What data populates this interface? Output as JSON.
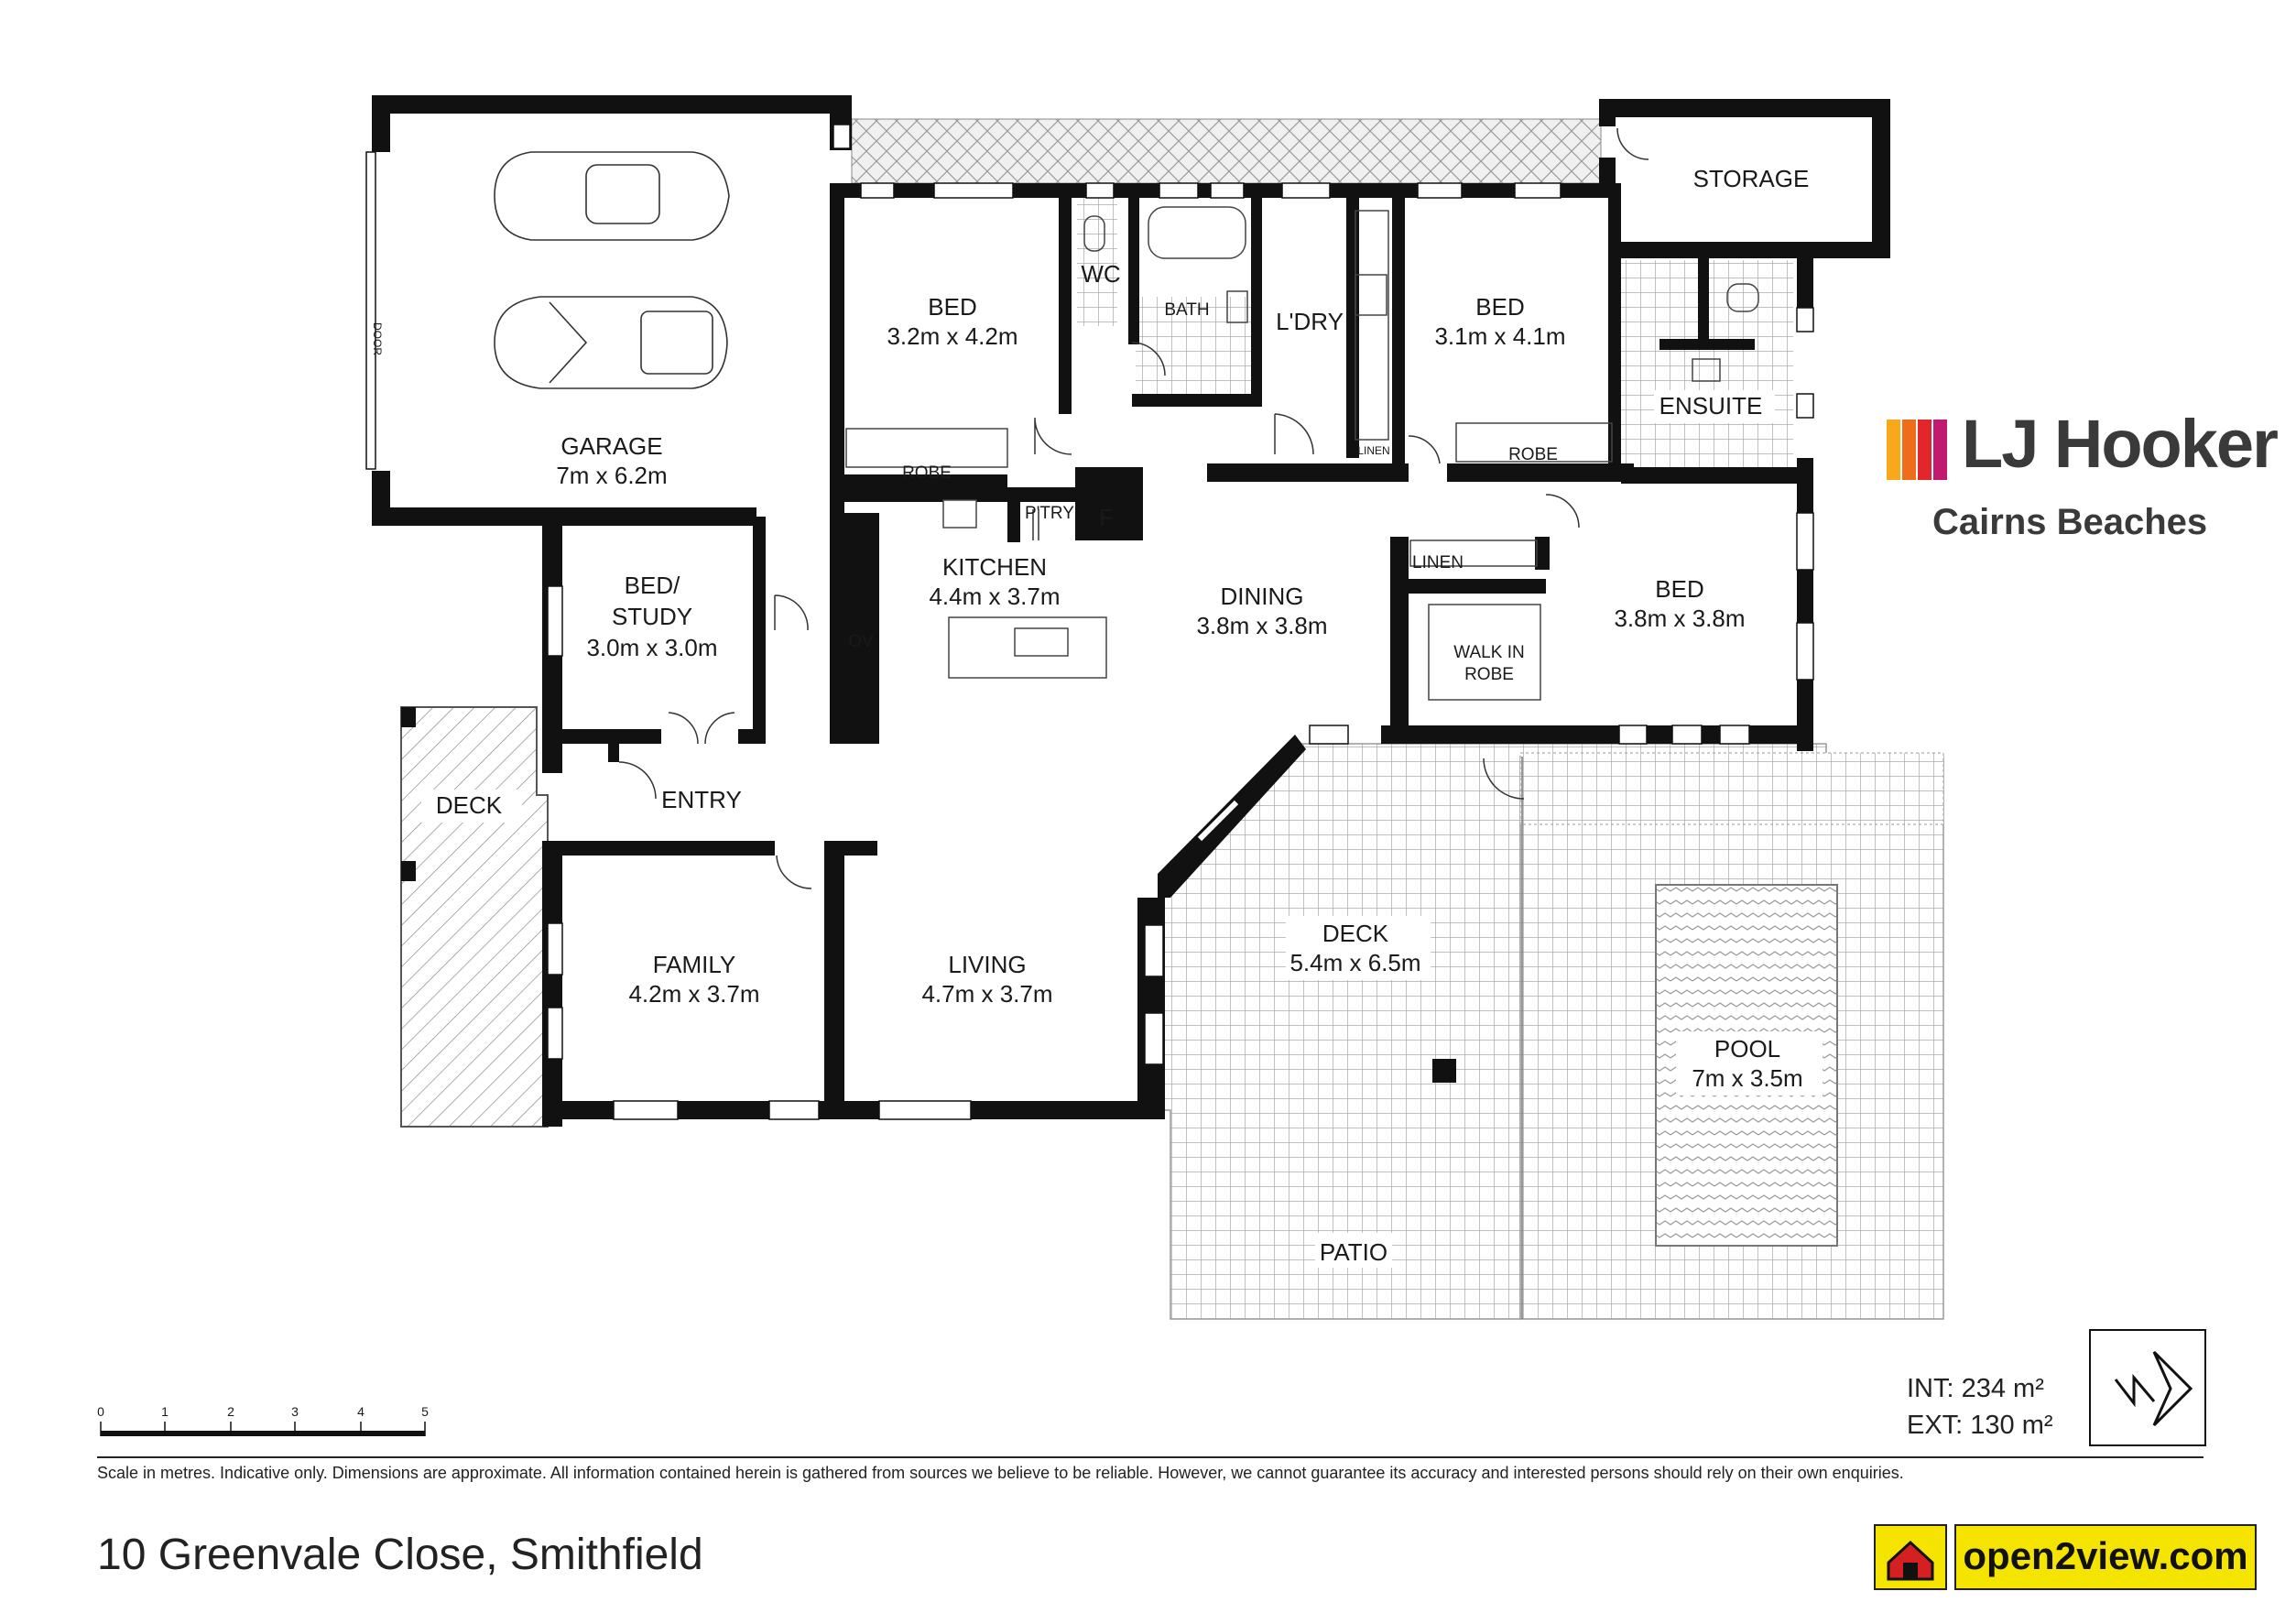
{
  "rooms": {
    "garage": {
      "name": "GARAGE",
      "size": "7m x 6.2m"
    },
    "bed1": {
      "name": "BED",
      "size": "3.2m x 4.2m"
    },
    "bed2": {
      "name": "BED",
      "size": "3.1m x 4.1m"
    },
    "bed3": {
      "name": "BED",
      "size": "3.8m x 3.8m"
    },
    "study": {
      "name1": "BED/",
      "name2": "STUDY",
      "size": "3.0m x 3.0m"
    },
    "kitchen": {
      "name": "KITCHEN",
      "size": "4.4m x 3.7m"
    },
    "dining": {
      "name": "DINING",
      "size": "3.8m x 3.8m"
    },
    "family": {
      "name": "FAMILY",
      "size": "4.2m x 3.7m"
    },
    "living": {
      "name": "LIVING",
      "size": "4.7m x 3.7m"
    },
    "deck_main": {
      "name": "DECK",
      "size": "5.4m x 6.5m"
    },
    "pool": {
      "name": "POOL",
      "size": "7m x 3.5m"
    },
    "storage": "STORAGE",
    "wc": "WC",
    "bath": "BATH",
    "laundry": "L'DRY",
    "ensuite": "ENSUITE",
    "robe1": "ROBE",
    "robe2": "ROBE",
    "linen_small": "LINEN",
    "linen": "LINEN",
    "walk_in_robe1": "WALK IN",
    "walk_in_robe2": "ROBE",
    "pantry": "P'TRY",
    "fridge": "F",
    "oven": "OV",
    "deck_side": "DECK",
    "entry": "ENTRY",
    "patio": "PATIO",
    "door": "DOOR"
  },
  "scale": {
    "ticks": [
      "0",
      "1",
      "2",
      "3",
      "4",
      "5"
    ]
  },
  "areas": {
    "internal": "INT: 234 m²",
    "external": "EXT: 130 m²"
  },
  "branding": {
    "agency": "LJ Hooker",
    "office": "Cairns Beaches",
    "bar_colors": [
      "#f7a81b",
      "#ef6c1a",
      "#e3262b",
      "#c21a6e"
    ],
    "listing_site": "open2view.com"
  },
  "disclaimer": "Scale in metres. Indicative only. Dimensions are approximate. All information contained herein is gathered from sources we believe to be reliable. However, we cannot guarantee its accuracy and interested persons should rely on their own enquiries.",
  "address": "10 Greenvale Close, Smithfield"
}
